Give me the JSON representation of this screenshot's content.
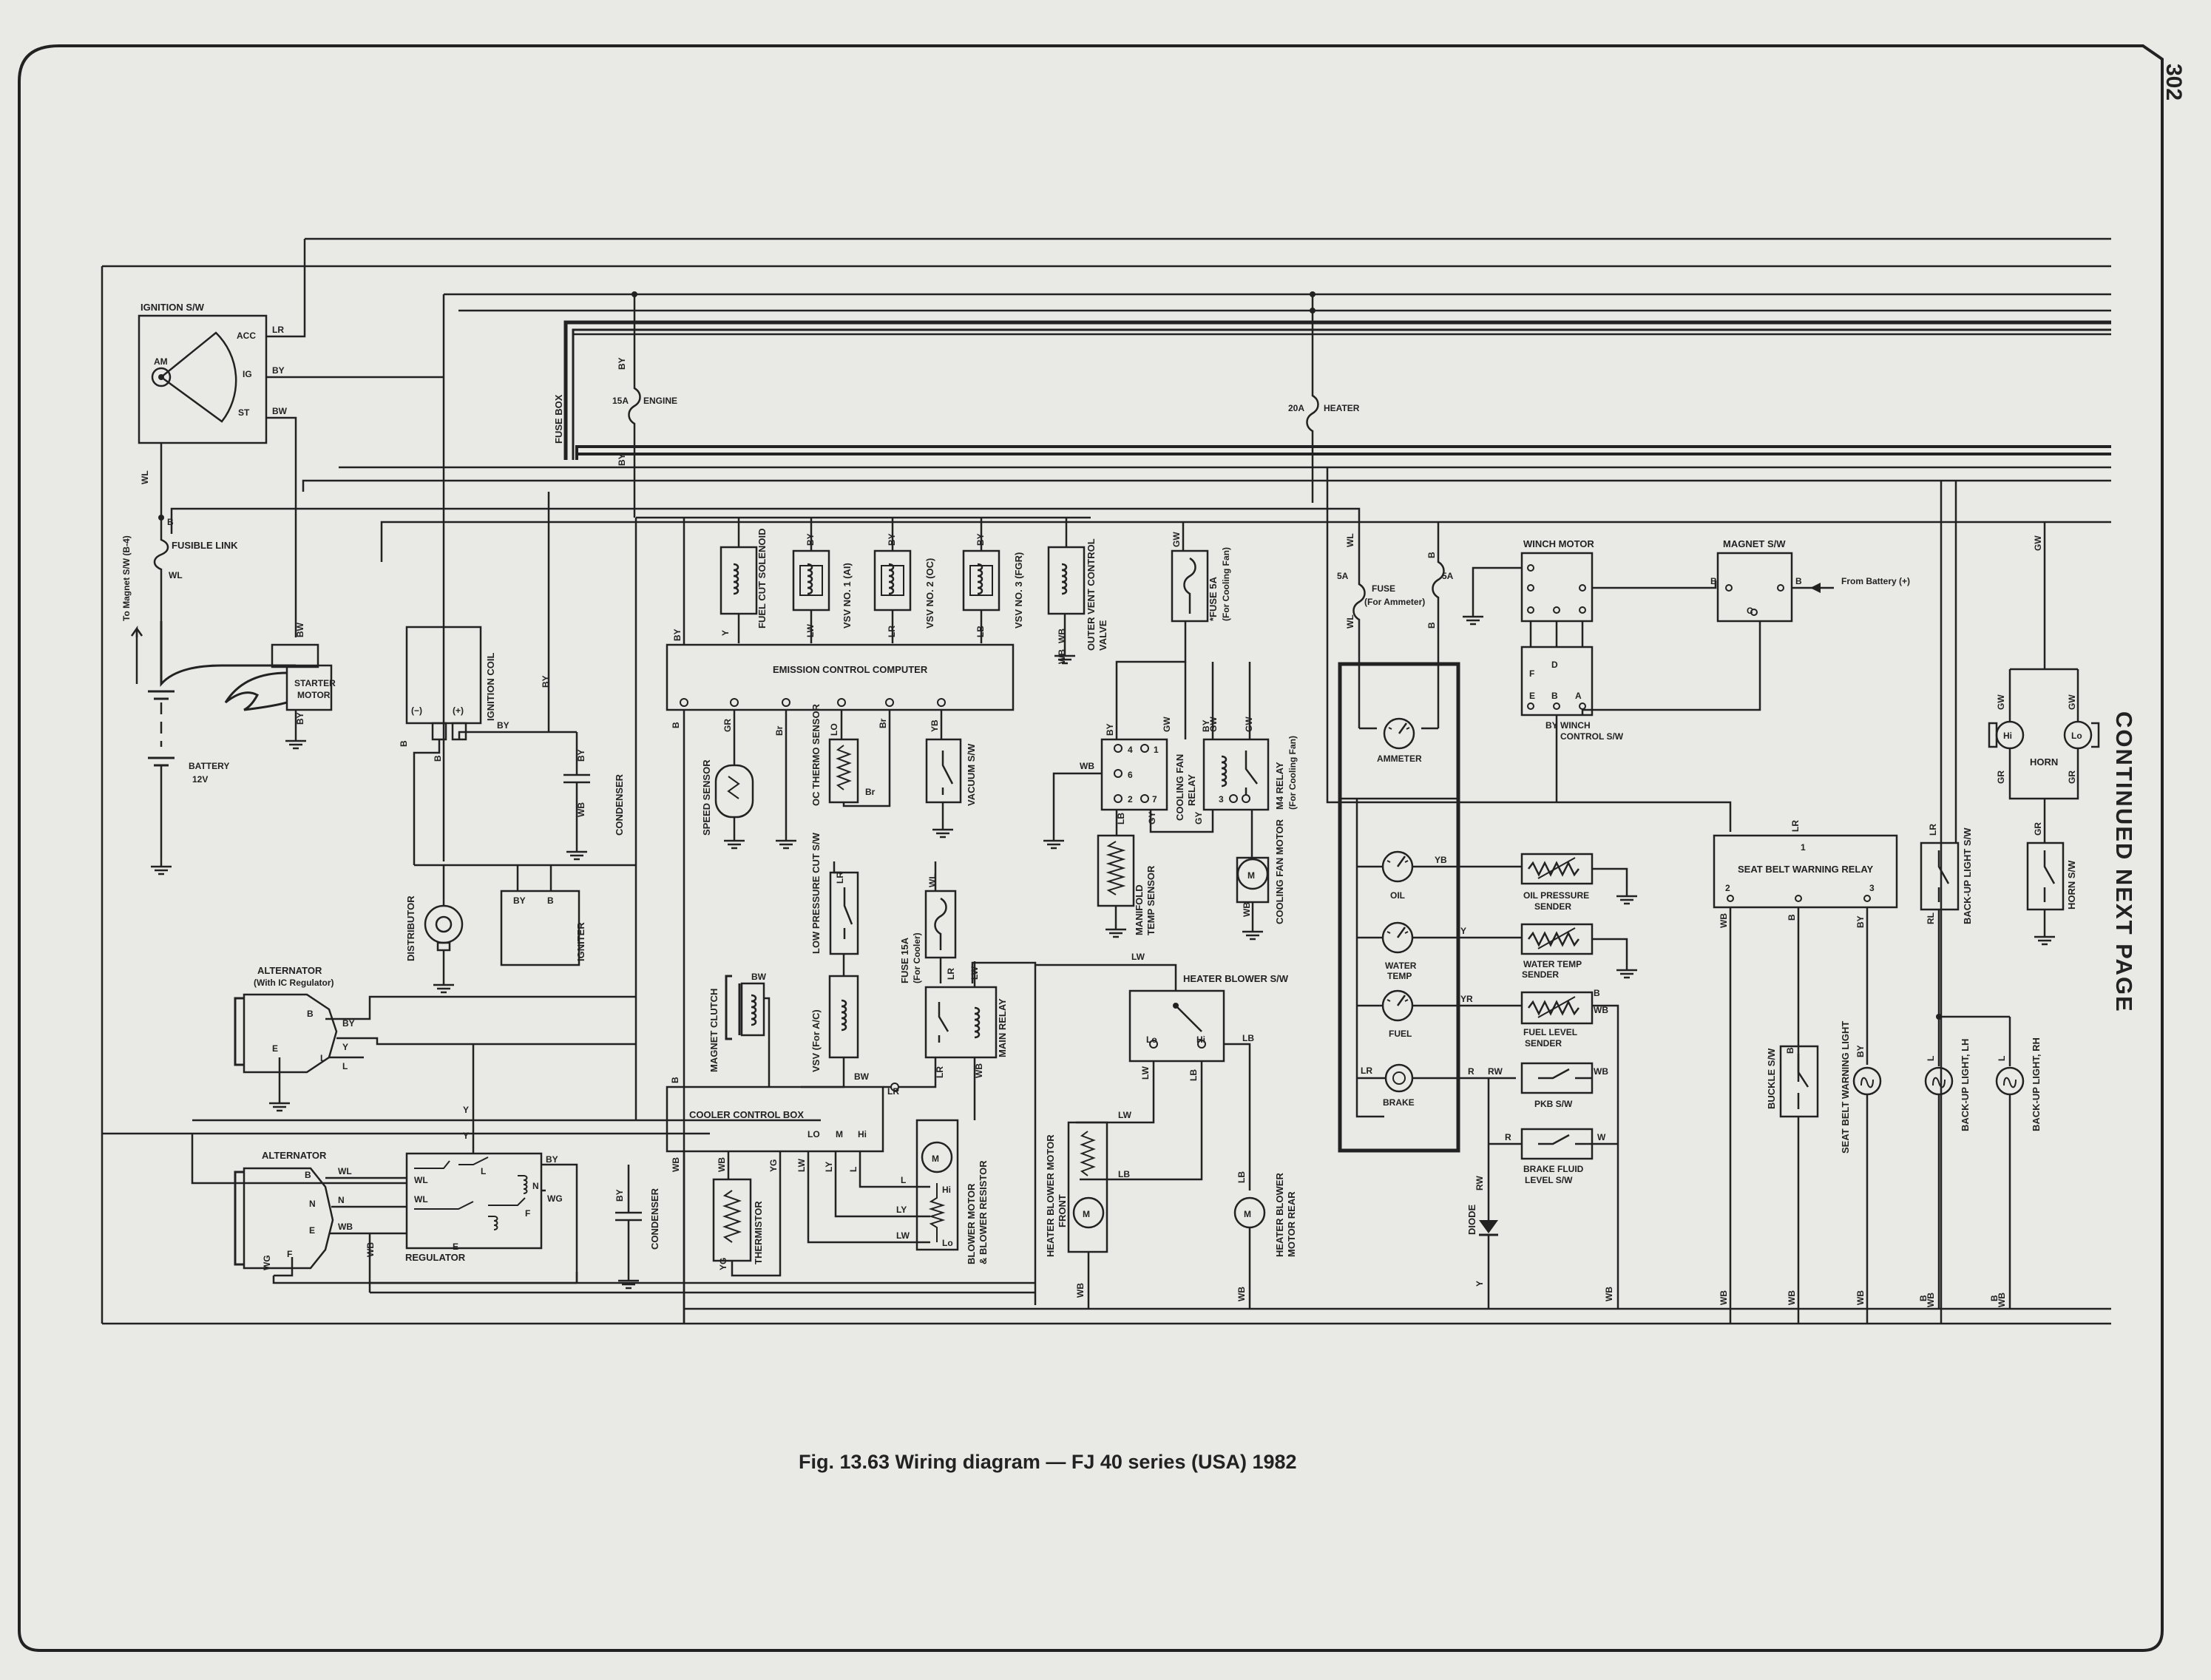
{
  "page": {
    "number": "302",
    "caption": "Fig. 13.63 Wiring diagram — FJ 40 series (USA) 1982",
    "continued": "CONTINUED NEXT PAGE"
  },
  "components": {
    "ignition_sw": "IGNITION S/W",
    "acc": "ACC",
    "am": "AM",
    "ig": "IG",
    "st": "ST",
    "fusible_link": "FUSIBLE LINK",
    "to_magnet": "To Magnet S/W (B-4)",
    "starter": "STARTER",
    "motor": "MOTOR",
    "battery": "BATTERY",
    "battery_v": "12V",
    "fuse_box": "FUSE BOX",
    "fuse_15a": "15A",
    "engine": "ENGINE",
    "fuse_20a": "20A",
    "heater": "HEATER",
    "ignition_coil": "IGNITION COIL",
    "minus": "(−)",
    "plus": "(+)",
    "condenser": "CONDENSER",
    "distributor": "DISTRIBUTOR",
    "igniter": "IGNITER",
    "alternator_ic": "ALTERNATOR",
    "with_ic": "(With IC Regulator)",
    "alternator": "ALTERNATOR",
    "regulator": "REGULATOR",
    "fuel_cut": "FUEL CUT SOLENOID",
    "vsv1": "VSV NO. 1 (AI)",
    "vsv2": "VSV NO. 2 (OC)",
    "vsv3": "VSV NO. 3 (FGR)",
    "outer_vent": "OUTER VENT CONTROL",
    "valve": "VALVE",
    "ecc": "EMISSION CONTROL COMPUTER",
    "speed_sensor": "SPEED SENSOR",
    "oc_thermo": "OC THERMO SENSOR",
    "vacuum_sw": "VACUUM S/W",
    "low_pressure": "LOW PRESSURE CUT S/W",
    "fuse15_cooler": "FUSE 15A",
    "for_cooler": "(For Cooler)",
    "magnet_clutch": "MAGNET CLUTCH",
    "vsv_ac": "VSV (For A/C)",
    "main_relay": "MAIN RELAY",
    "cooler_box": "COOLER CONTROL BOX",
    "thermistor": "THERMISTOR",
    "blower_motor": "BLOWER MOTOR",
    "blower_resistor": "& BLOWER RESISTOR",
    "fuse5a_fan": "*FUSE 5A",
    "for_fan": "(For Cooling Fan)",
    "cooling_relay": "COOLING FAN",
    "relay": "RELAY",
    "m4_relay": "M4 RELAY",
    "for_fan2": "(For Cooling Fan)",
    "manifold": "MANIFOLD",
    "temp_sensor": "TEMP SENSOR",
    "cooling_motor": "COOLING FAN MOTOR",
    "heater_sw": "HEATER BLOWER S/W",
    "lo": "Lo",
    "hi": "Hi",
    "hb_front": "HEATER BLOWER MOTOR",
    "front": "FRONT",
    "hb_rear": "HEATER BLOWER",
    "motor_rear": "MOTOR REAR",
    "fuse_5a": "5A",
    "fuse_amm": "FUSE",
    "for_amm": "(For Ammeter)",
    "ammeter": "AMMETER",
    "oil": "OIL",
    "water": "WATER",
    "temp": "TEMP",
    "fuel": "FUEL",
    "brake": "BRAKE",
    "oil_sender": "OIL PRESSURE",
    "sender": "SENDER",
    "water_sender": "WATER TEMP",
    "fuel_sender": "FUEL LEVEL",
    "pkb": "PKB S/W",
    "brake_fluid": "BRAKE FLUID",
    "level_sw": "LEVEL S/W",
    "diode": "DIODE",
    "winch_motor": "WINCH MOTOR",
    "winch_sw": "WINCH",
    "control_sw": "CONTROL S/W",
    "magnet_sw": "MAGNET S/W",
    "from_battery": "From Battery (+)",
    "seat_relay": "SEAT BELT WARNING RELAY",
    "buckle": "BUCKLE S/W",
    "seat_light": "SEAT BELT WARNING LIGHT",
    "backup_sw": "BACK-UP LIGHT S/W",
    "backup_lh": "BACK-UP LIGHT, LH",
    "backup_rh": "BACK-UP LIGHT, RH",
    "horn": "HORN",
    "horn_sw": "HORN S/W"
  },
  "wires": {
    "lr": "LR",
    "by": "BY",
    "bw": "BW",
    "wl": "WL",
    "b": "B",
    "y": "Y",
    "l": "L",
    "e": "E",
    "n": "N",
    "f": "F",
    "wb": "WB",
    "wg": "WG",
    "gr": "GR",
    "lw": "LW",
    "lo": "LO",
    "br": "Br",
    "yb": "YB",
    "lb": "LB",
    "gw": "GW",
    "gy": "GY",
    "ly": "LY",
    "yg": "YG",
    "rw": "RW",
    "r": "R",
    "w": "W",
    "yr": "YR",
    "rl": "RL",
    "d": "D",
    "a": "A",
    "c": "C",
    "n1": "1",
    "n2": "2",
    "n3": "3",
    "n4": "4",
    "n6": "6",
    "n7": "7",
    "m": "M"
  }
}
